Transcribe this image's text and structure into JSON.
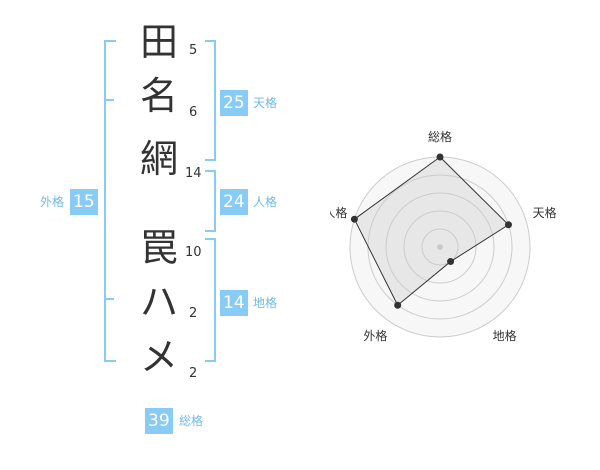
{
  "colors": {
    "accent": "#88ccf6",
    "accent_text": "#6fb9e9",
    "ink": "#333333"
  },
  "name": {
    "characters": [
      {
        "char": "田",
        "strokes": "5"
      },
      {
        "char": "名",
        "strokes": "6"
      },
      {
        "char": "網",
        "strokes": "14"
      },
      {
        "char": "罠",
        "strokes": "10"
      },
      {
        "char": "ハ",
        "strokes": "2"
      },
      {
        "char": "メ",
        "strokes": "2"
      }
    ]
  },
  "fortunes": {
    "tenkaku": {
      "value": "25",
      "label": "天格"
    },
    "jinkaku": {
      "value": "24",
      "label": "人格"
    },
    "chikaku": {
      "value": "14",
      "label": "地格"
    },
    "gaikaku": {
      "value": "15",
      "label": "外格"
    },
    "soukaku": {
      "value": "39",
      "label": "総格"
    }
  },
  "chart_data": {
    "type": "radar",
    "axes": [
      "総格",
      "天格",
      "地格",
      "外格",
      "人格"
    ],
    "values": [
      5,
      4,
      1,
      4,
      5
    ],
    "range": [
      0,
      5
    ],
    "rings": 5,
    "grid": true
  }
}
